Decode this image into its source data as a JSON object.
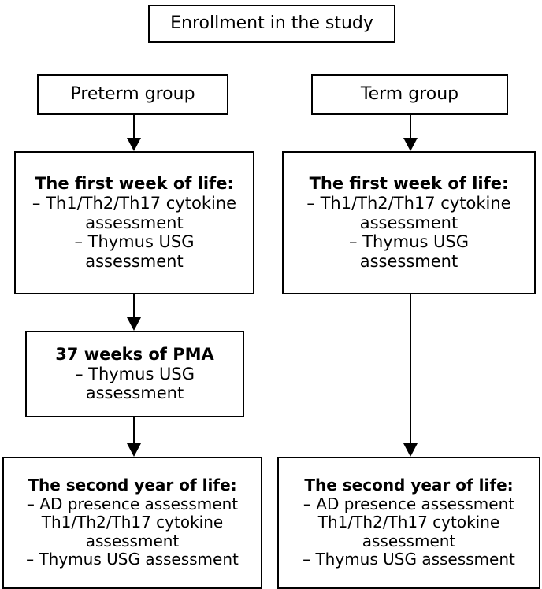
{
  "diagram": {
    "type": "flowchart",
    "title": "Study design flow chart",
    "nodes": {
      "enrollment": {
        "id": "enrollment",
        "lines": [
          {
            "text": "Enrollment in the study",
            "bold": false
          }
        ]
      },
      "preterm_group": {
        "id": "preterm-group",
        "lines": [
          {
            "text": "Preterm group",
            "bold": false
          }
        ]
      },
      "term_group": {
        "id": "term-group",
        "lines": [
          {
            "text": "Term group",
            "bold": false
          }
        ]
      },
      "preterm_first_week": {
        "id": "preterm-first-week",
        "lines": [
          {
            "text": "The first week of life:",
            "bold": true
          },
          {
            "text": "– Th1/Th2/Th17 cytokine",
            "bold": false
          },
          {
            "text": "assessment",
            "bold": false
          },
          {
            "text": "– Thymus USG",
            "bold": false
          },
          {
            "text": "assessment",
            "bold": false
          }
        ]
      },
      "term_first_week": {
        "id": "term-first-week",
        "lines": [
          {
            "text": "The first week of life:",
            "bold": true
          },
          {
            "text": "– Th1/Th2/Th17 cytokine",
            "bold": false
          },
          {
            "text": "assessment",
            "bold": false
          },
          {
            "text": "– Thymus USG",
            "bold": false
          },
          {
            "text": "assessment",
            "bold": false
          }
        ]
      },
      "pma_37_weeks": {
        "id": "pma-37-weeks",
        "lines": [
          {
            "text": "37 weeks of PMA",
            "bold": true
          },
          {
            "text": "– Thymus USG",
            "bold": false
          },
          {
            "text": "assessment",
            "bold": false
          }
        ]
      },
      "preterm_second_year": {
        "id": "preterm-second-year",
        "lines": [
          {
            "text": "The second year of life:",
            "bold": true
          },
          {
            "text": "– AD presence assessment",
            "bold": false
          },
          {
            "text": "Th1/Th2/Th17 cytokine",
            "bold": false
          },
          {
            "text": "assessment",
            "bold": false
          },
          {
            "text": "– Thymus USG assessment",
            "bold": false
          }
        ]
      },
      "term_second_year": {
        "id": "term-second-year",
        "lines": [
          {
            "text": "The second year of life:",
            "bold": true
          },
          {
            "text": "– AD presence assessment",
            "bold": false
          },
          {
            "text": "Th1/Th2/Th17 cytokine",
            "bold": false
          },
          {
            "text": "assessment",
            "bold": false
          },
          {
            "text": "– Thymus USG assessment",
            "bold": false
          }
        ]
      }
    },
    "edges": [
      {
        "id": "preterm-group-to-first-week",
        "from": "preterm_group",
        "to": "preterm_first_week",
        "style": "solid-arrow-down"
      },
      {
        "id": "term-group-to-first-week",
        "from": "term_group",
        "to": "term_first_week",
        "style": "solid-arrow-down"
      },
      {
        "id": "preterm-first-week-to-pma",
        "from": "preterm_first_week",
        "to": "pma_37_weeks",
        "style": "solid-arrow-down"
      },
      {
        "id": "pma-to-preterm-second-year",
        "from": "pma_37_weeks",
        "to": "preterm_second_year",
        "style": "solid-arrow-down"
      },
      {
        "id": "term-first-week-to-second-year",
        "from": "term_first_week",
        "to": "term_second_year",
        "style": "solid-arrow-down"
      }
    ],
    "colors": {
      "background": "#ffffff",
      "border": "#000000",
      "text": "#000000",
      "arrow": "#000000"
    }
  }
}
